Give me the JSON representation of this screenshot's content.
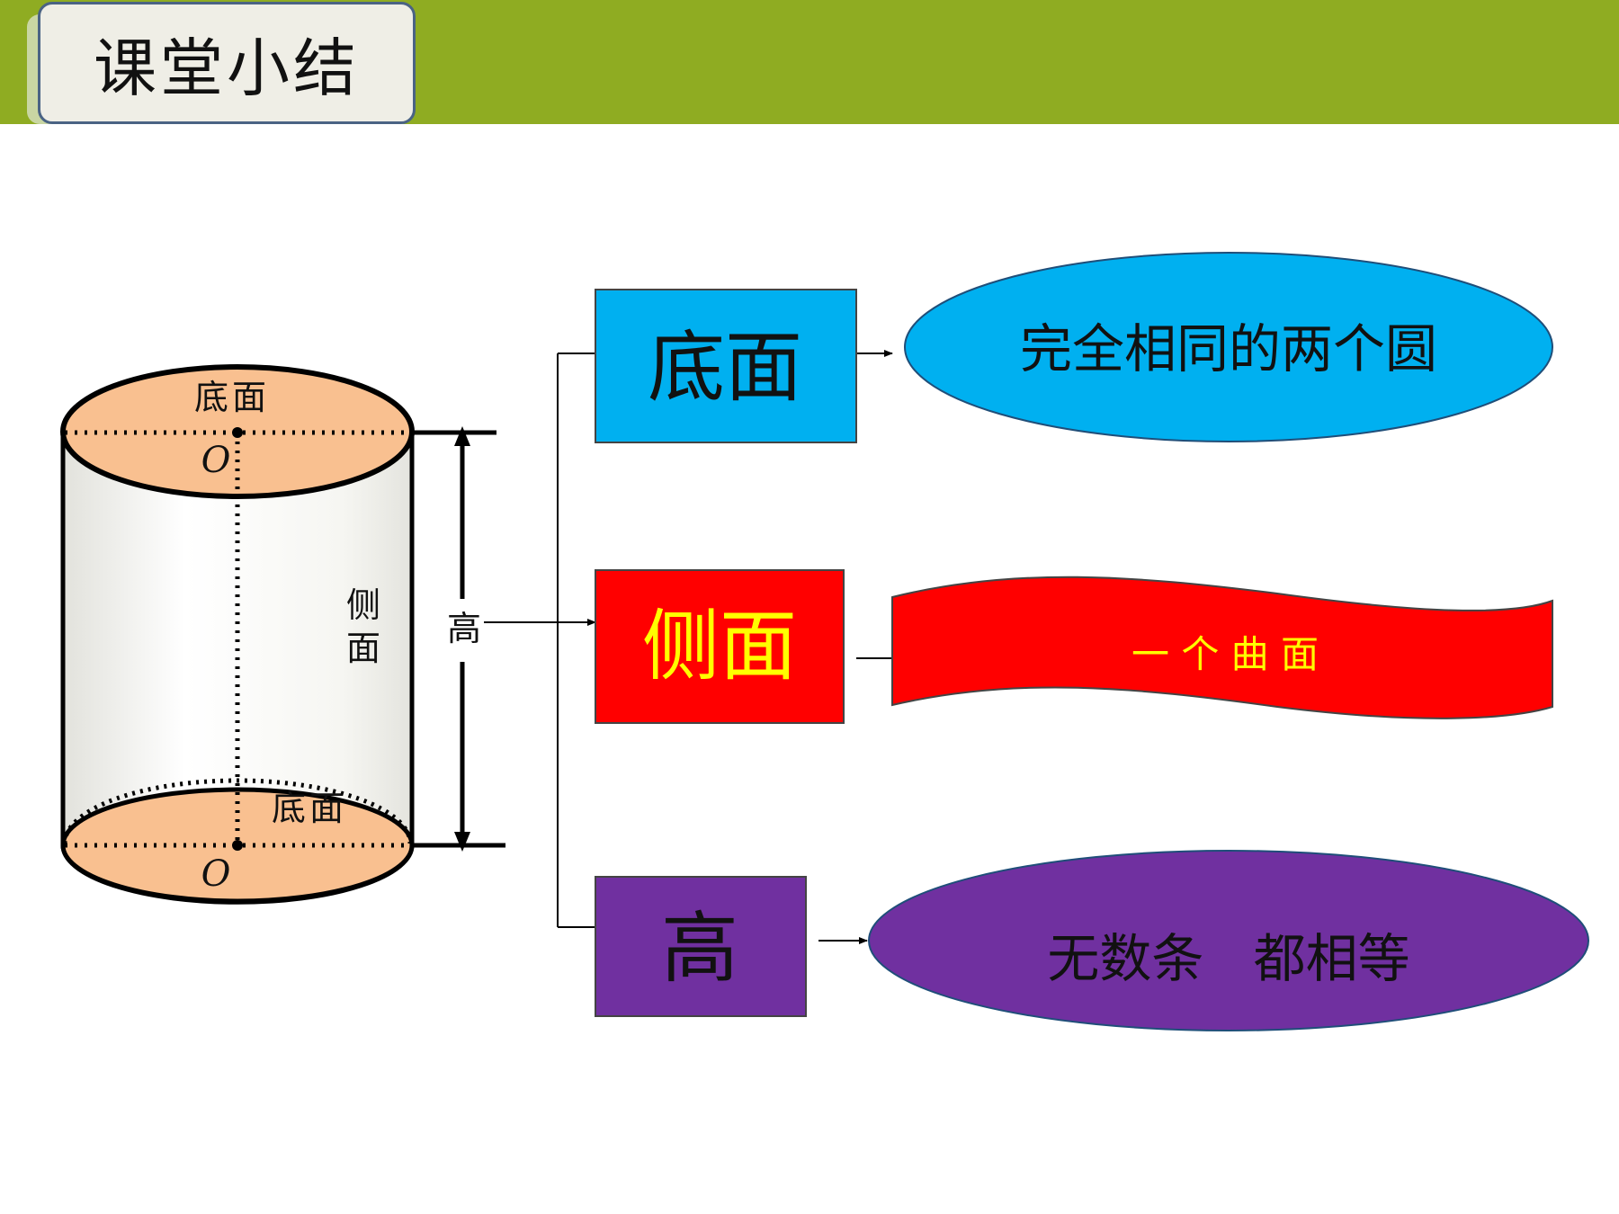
{
  "title": "课堂小结",
  "cylinder": {
    "top_label": "底面",
    "top_center": "O",
    "side_label": [
      "侧",
      "面"
    ],
    "bottom_label": "底面",
    "bottom_center": "O",
    "height_label": "高"
  },
  "concepts": [
    {
      "term": "底面",
      "description": "完全相同的两个圆",
      "color": "#00b0f0",
      "term_color": "#111111"
    },
    {
      "term": "侧面",
      "description": "一 个 曲 面",
      "color": "#ff0000",
      "term_color": "#ffff00",
      "desc_color": "#ffff00"
    },
    {
      "term": "高",
      "description": "无数条   都相等",
      "color": "#7030a0",
      "term_color": "#111111"
    }
  ],
  "colors": {
    "band": "#8fac22",
    "base_fill": "#f9c090",
    "cylinder_body": "#f4f4f0"
  }
}
